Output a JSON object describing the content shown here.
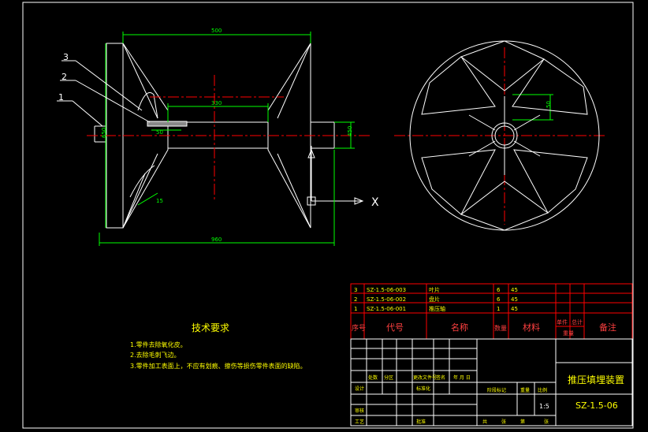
{
  "colors": {
    "background": "#000000",
    "outline": "#ffffff",
    "dimension": "#00ff00",
    "centerline": "#ff0000",
    "table_line": "#ff0000",
    "title_line": "#ffffff",
    "text_white": "#ffffff",
    "text_yellow": "#ffff00",
    "text_red": "#ff4040"
  },
  "leaders": [
    "3",
    "2",
    "1"
  ],
  "dimensions": {
    "top_width": "500",
    "inner_width": "330",
    "bottom_width": "960",
    "left_height": "650",
    "shaft_height": "450",
    "small_50": "50",
    "angle_15": "15",
    "right_view_dim": "50"
  },
  "axis_label": "X",
  "tech_requirements": {
    "title": "技术要求",
    "items": [
      "1.零件去除氧化皮。",
      "2.去除毛刺飞边。",
      "3.零件加工表面上，不应有划痕、擦伤等损伤零件表面的缺陷。"
    ]
  },
  "parts_table": {
    "rows": [
      {
        "no": "3",
        "code": "SZ-1.5-06-003",
        "name": "叶片",
        "qty": "6",
        "material": "45"
      },
      {
        "no": "2",
        "code": "SZ-1.5-06-002",
        "name": "盘片",
        "qty": "6",
        "material": "45"
      },
      {
        "no": "1",
        "code": "SZ-1.5-06-001",
        "name": "推压轴",
        "qty": "1",
        "material": "45"
      }
    ],
    "header": {
      "no": "序号",
      "code": "代号",
      "name": "名称",
      "qty": "数量",
      "material": "材料",
      "unit": "单件",
      "total": "总计",
      "weight": "重量",
      "remark": "备注"
    }
  },
  "title_block": {
    "drawing_name": "推压填埋装置",
    "drawing_no": "SZ-1.5-06",
    "scale": "1:5",
    "design": "设计",
    "standardize": "标准化",
    "review": "审核",
    "process": "工艺",
    "approve": "批准",
    "mark_count": "处数",
    "division": "分区",
    "change_doc": "更改文件号",
    "signature": "签名",
    "date": "年 月 日",
    "stage_mark": "阶段标记",
    "weight": "重量",
    "ratio": "比例",
    "sheets": "共",
    "sheet_of": "张",
    "page": "第",
    "page_unit": "张"
  }
}
